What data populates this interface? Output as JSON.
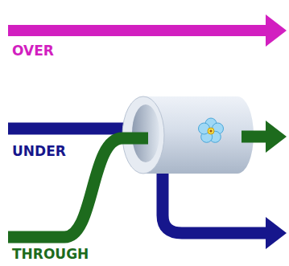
{
  "diagram": {
    "labels": [
      "OVER",
      "UNDER",
      "THROUGH"
    ]
  }
}
